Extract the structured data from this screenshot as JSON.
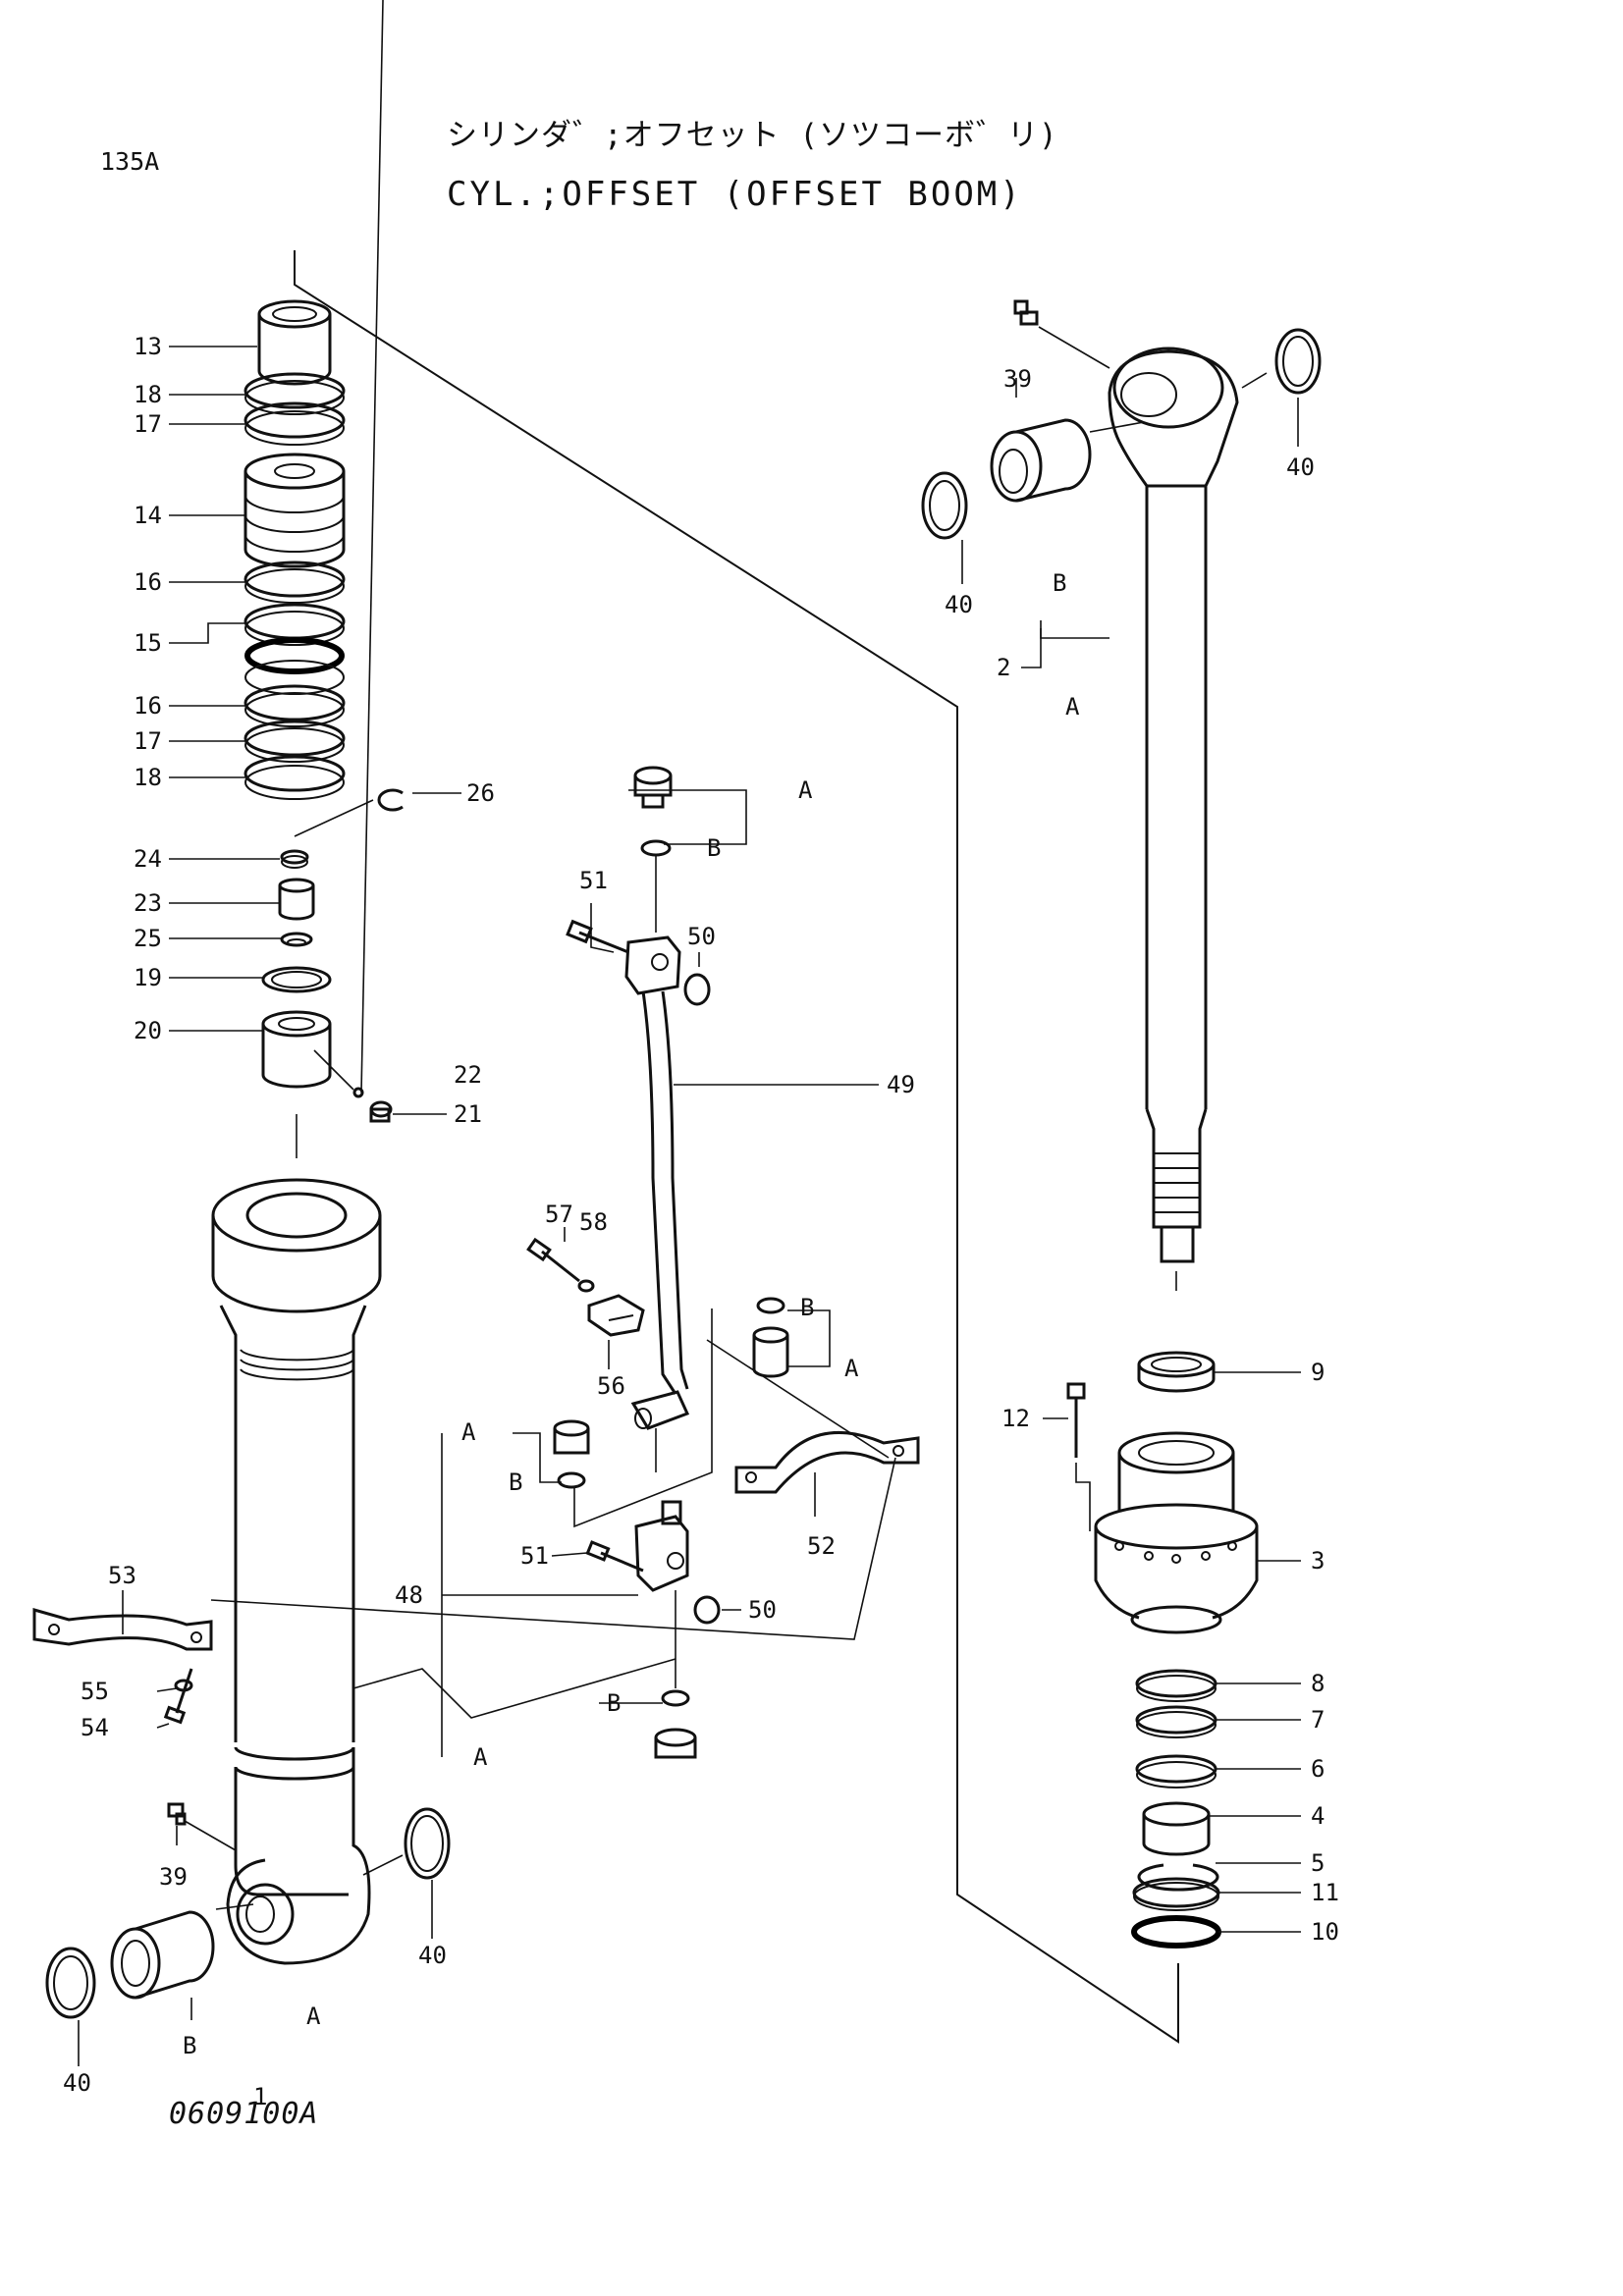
{
  "page": {
    "code": "135A",
    "title_jp": "シリンダ゛;オフセット (ソツコーボ゛リ)",
    "title_en": "CYL.;OFFSET (OFFSET BOOM)",
    "drawing_no": "0609100A"
  },
  "callouts": {
    "n13": "13",
    "n18a": "18",
    "n17a": "17",
    "n14": "14",
    "n16a": "16",
    "n15": "15",
    "n16b": "16",
    "n17b": "17",
    "n18b": "18",
    "n26": "26",
    "n24": "24",
    "n23": "23",
    "n25": "25",
    "n19": "19",
    "n20": "20",
    "n22": "22",
    "n21": "21",
    "n53": "53",
    "n55": "55",
    "n54": "54",
    "n39a": "39",
    "n40a": "40",
    "n40b": "40",
    "n1": "1",
    "n1A": "A",
    "n1B": "B",
    "n51a": "51",
    "n50a": "50",
    "n49": "49",
    "n49A1": "A",
    "n49B1": "B",
    "n57": "57",
    "n58": "58",
    "n56": "56",
    "n49B2": "B",
    "n49A2": "A",
    "nA3": "A",
    "nB3": "B",
    "n51b": "51",
    "n48": "48",
    "n50b": "50",
    "n52": "52",
    "nB4": "B",
    "nA4": "A",
    "n39b": "39",
    "n40c": "40",
    "n40d": "40",
    "n2": "2",
    "n2A": "A",
    "n2B": "B",
    "n9": "9",
    "n12": "12",
    "n3": "3",
    "n8": "8",
    "n7": "7",
    "n6": "6",
    "n4": "4",
    "n5": "5",
    "n11": "11",
    "n10": "10"
  },
  "colors": {
    "ink": "#111111",
    "paper": "#ffffff"
  }
}
